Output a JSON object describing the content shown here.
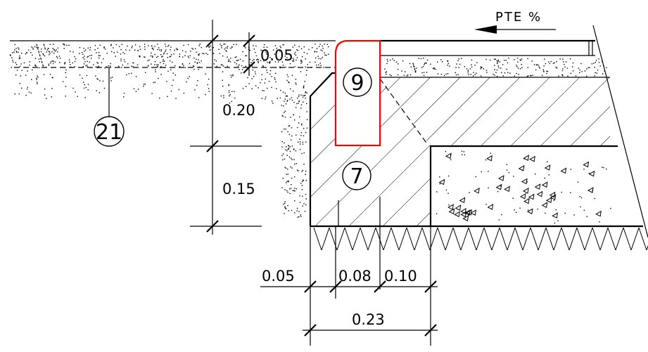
{
  "flow_label": "PTE %",
  "dimensions": {
    "top_thickness": "0.05",
    "curb_height": "0.20",
    "base_depth": "0.15",
    "bottom_left": "0.05",
    "bottom_mid": "0.08",
    "bottom_right": "0.10",
    "bottom_total": "0.23"
  },
  "callouts": {
    "curb": "9",
    "foundation": "7",
    "soil": "21"
  },
  "colors": {
    "line": "#000000",
    "curb_outline": "#ff0000",
    "background": "#ffffff"
  }
}
